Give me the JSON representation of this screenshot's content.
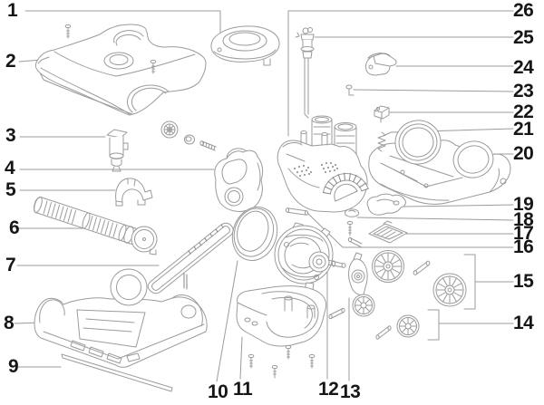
{
  "diagram": {
    "background": "#ffffff",
    "line_color": "#9b9b9b",
    "label_color": "#161616",
    "callouts": [
      {
        "label": "1"
      },
      {
        "label": "2"
      },
      {
        "label": "3"
      },
      {
        "label": "4"
      },
      {
        "label": "5"
      },
      {
        "label": "6"
      },
      {
        "label": "7"
      },
      {
        "label": "8"
      },
      {
        "label": "9"
      },
      {
        "label": "10"
      },
      {
        "label": "11"
      },
      {
        "label": "12"
      },
      {
        "label": "13"
      },
      {
        "label": "14"
      },
      {
        "label": "15"
      },
      {
        "label": "16"
      },
      {
        "label": "17"
      },
      {
        "label": "18"
      },
      {
        "label": "19"
      },
      {
        "label": "20"
      },
      {
        "label": "21"
      },
      {
        "label": "22"
      },
      {
        "label": "23"
      },
      {
        "label": "24"
      },
      {
        "label": "25"
      },
      {
        "label": "26"
      }
    ]
  }
}
